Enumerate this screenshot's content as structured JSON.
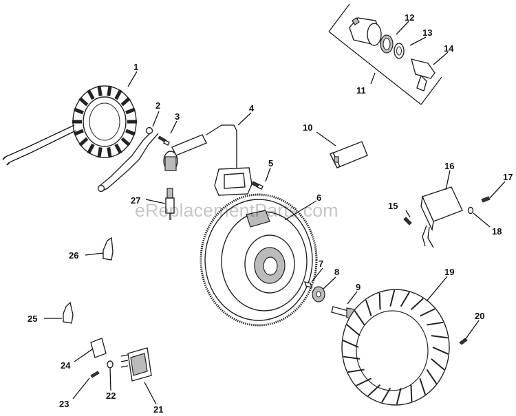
{
  "watermark": "eReplacementParts.com",
  "callouts": [
    {
      "id": "1",
      "label": "1"
    },
    {
      "id": "2",
      "label": "2"
    },
    {
      "id": "3",
      "label": "3"
    },
    {
      "id": "4",
      "label": "4"
    },
    {
      "id": "5",
      "label": "5"
    },
    {
      "id": "6",
      "label": "6"
    },
    {
      "id": "7",
      "label": "7"
    },
    {
      "id": "8",
      "label": "8"
    },
    {
      "id": "9",
      "label": "9"
    },
    {
      "id": "10",
      "label": "10"
    },
    {
      "id": "11",
      "label": "11"
    },
    {
      "id": "12",
      "label": "12"
    },
    {
      "id": "13",
      "label": "13"
    },
    {
      "id": "14",
      "label": "14"
    },
    {
      "id": "15",
      "label": "15"
    },
    {
      "id": "16",
      "label": "16"
    },
    {
      "id": "17",
      "label": "17"
    },
    {
      "id": "18",
      "label": "18"
    },
    {
      "id": "19",
      "label": "19"
    },
    {
      "id": "20",
      "label": "20"
    },
    {
      "id": "21",
      "label": "21"
    },
    {
      "id": "22",
      "label": "22"
    },
    {
      "id": "23",
      "label": "23"
    },
    {
      "id": "24",
      "label": "24"
    },
    {
      "id": "25",
      "label": "25"
    },
    {
      "id": "26",
      "label": "26"
    },
    {
      "id": "27",
      "label": "27"
    }
  ]
}
